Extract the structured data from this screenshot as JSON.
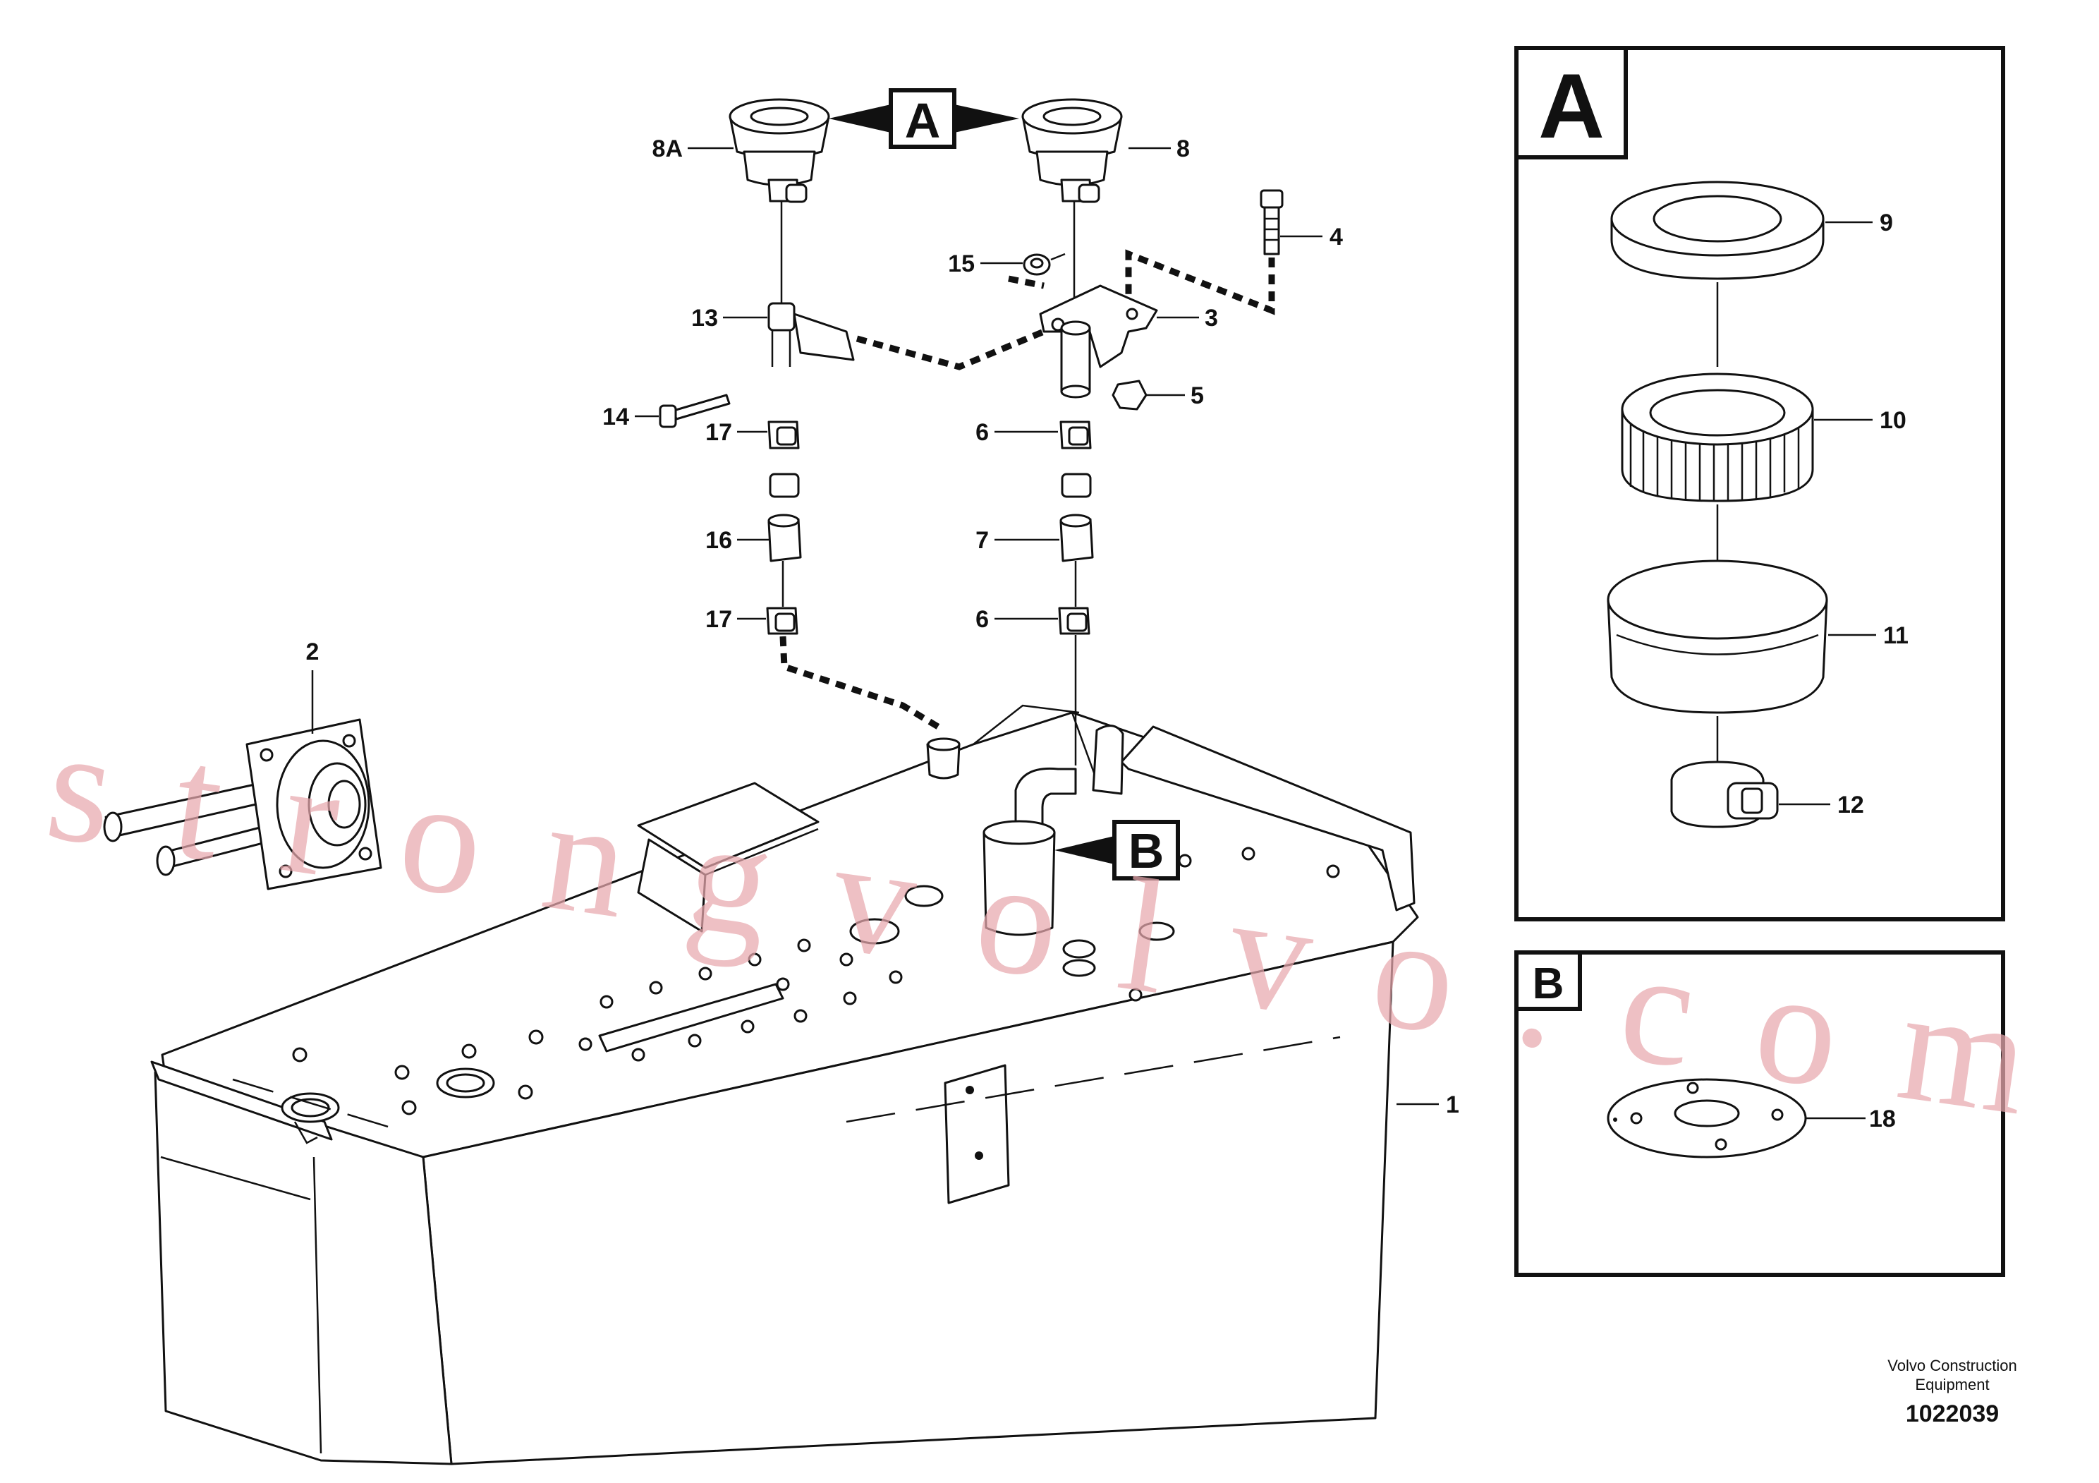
{
  "diagram": {
    "callouts": [
      "A",
      "B"
    ],
    "part_labels": {
      "p8a": "8A",
      "p8": "8",
      "p4": "4",
      "p15": "15",
      "p13": "13",
      "p3": "3",
      "p14": "14",
      "p5": "5",
      "p17a": "17",
      "p6a": "6",
      "p16": "16",
      "p7": "7",
      "p17b": "17",
      "p6b": "6",
      "p2": "2",
      "p1": "1",
      "p9": "9",
      "p10": "10",
      "p11": "11",
      "p12": "12",
      "p18": "18"
    },
    "inset_a_title": "A",
    "inset_b_title": "B",
    "footer": {
      "manufacturer_line1": "Volvo Construction",
      "manufacturer_line2": "Equipment",
      "drawing_number": "1022039"
    },
    "watermark": "strongvolvo.com"
  }
}
